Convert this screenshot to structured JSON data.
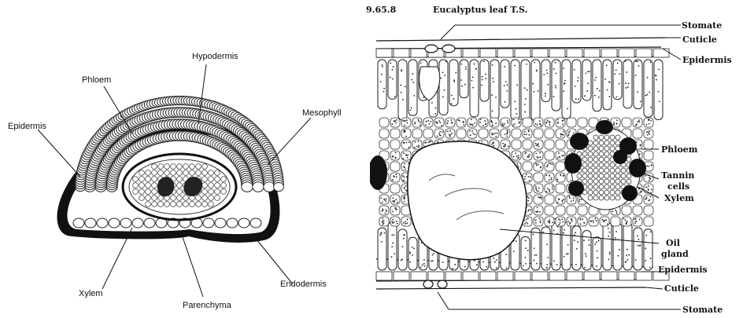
{
  "left_diagram": {
    "labels": {
      "phloem": "Phloem",
      "hypodermis": "Hypodermis",
      "mesophyll": "Mesophyll",
      "epidermis": "Epidermis",
      "xylem": "Xylem",
      "parenchyma": "Parenchyma",
      "endodermis": "Endodermis"
    }
  },
  "right_diagram": {
    "figure_number": "9.65.8",
    "title": "Eucalyptus leaf T.S.",
    "labels": {
      "stomate_top": "Stomate",
      "cuticle_top": "Cuticle",
      "epidermis_top": "Epidermis",
      "phloem": "Phloem",
      "tannin": "Tannin",
      "cells": "cells",
      "xylem": "Xylem",
      "oil": "Oil",
      "gland": "gland",
      "epidermis_bottom": "Epidermis",
      "cuticle_bottom": "Cuticle",
      "stomate_bottom": "Stomate"
    }
  }
}
